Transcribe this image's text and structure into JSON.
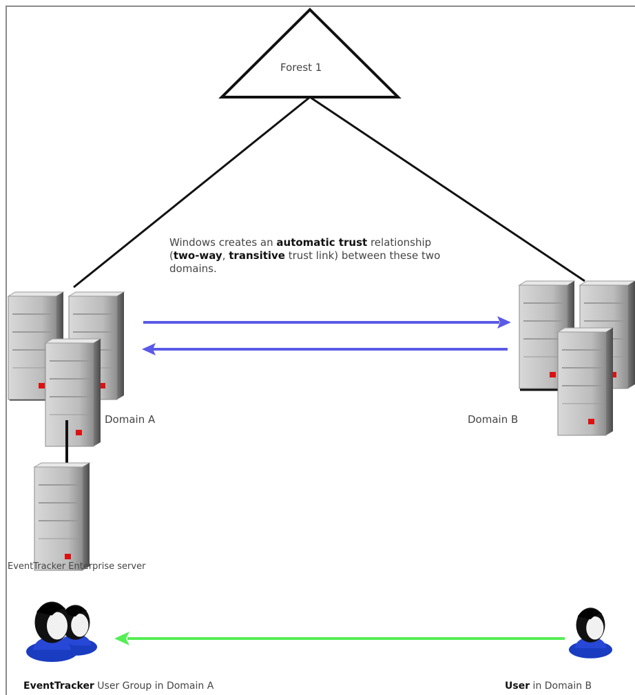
{
  "forest": {
    "label": "Forest 1"
  },
  "trust_note": {
    "t1": "Windows creates an ",
    "b1": "automatic trust",
    "t2": " relationship (",
    "b2": "two-way",
    "t3": ", ",
    "b3": "transitive",
    "t4": " trust link) between these two domains."
  },
  "domain_a": {
    "label": "Domain A"
  },
  "domain_b": {
    "label": "Domain B"
  },
  "server": {
    "label": "EventTracker Enterprise server"
  },
  "group": {
    "bold": "EventTracker",
    "rest": " User Group in Domain A"
  },
  "user": {
    "bold": "User",
    "rest": " in Domain B"
  },
  "colors": {
    "trust_arrow": "#5a5ae6",
    "access_arrow": "#55ee55",
    "line": "#111111",
    "server_body": "#b8b8b8",
    "led": "#dd1111"
  }
}
